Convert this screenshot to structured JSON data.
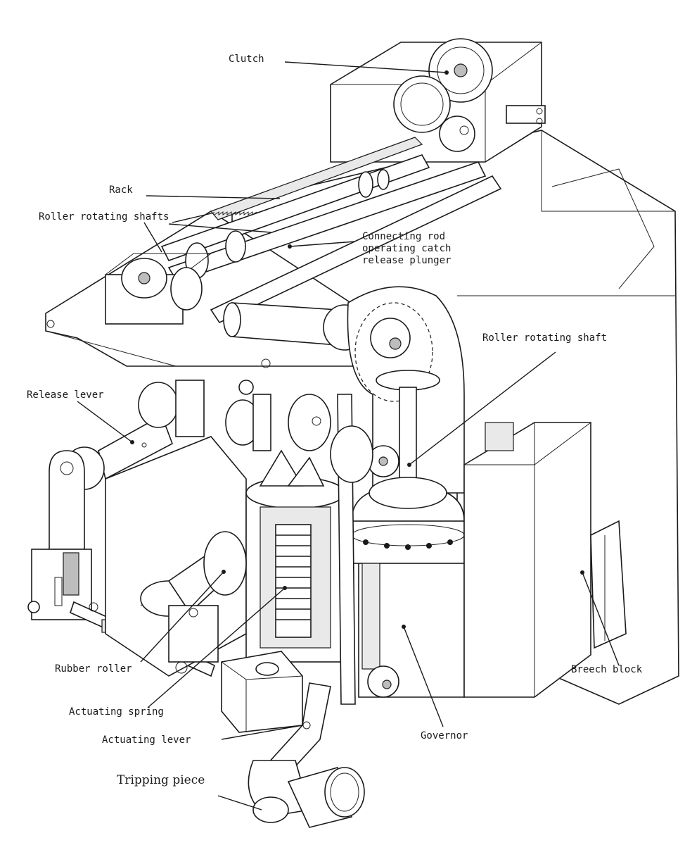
{
  "labels": {
    "clutch": "Clutch",
    "rack": "Rack",
    "roller_rotating_shafts": "Roller rotating shafts",
    "connecting_rod_line1": "Connecting rod",
    "connecting_rod_line2": "operating catch",
    "connecting_rod_line3": "release plunger",
    "roller_rotating_shaft": "Roller rotating shaft",
    "release_lever": "Release lever",
    "breech_block": "Breech block",
    "rubber_roller": "Rubber roller",
    "actuating_spring": "Actuating spring",
    "actuating_lever": "Actuating lever",
    "governor": "Governor",
    "tripping_piece": "Tripping piece"
  }
}
